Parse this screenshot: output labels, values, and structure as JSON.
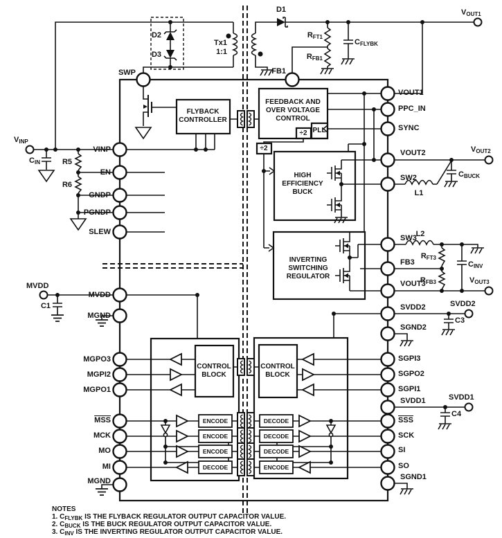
{
  "diagram": {
    "ic_pins_left": [
      "VINP",
      "EN",
      "GNDP",
      "PGNDP",
      "SLEW",
      "MVDD",
      "MGND",
      "MGPO3",
      "MGPI2",
      "MGPO1",
      "MSS",
      "MCK",
      "MO",
      "MI",
      "MGND"
    ],
    "ic_pins_top": [
      "SWP",
      "FB1"
    ],
    "ic_pins_right": [
      "VOUT1",
      "PPC_IN",
      "SYNC",
      "VOUT2",
      "SW2",
      "SW3",
      "FB3",
      "VOUT3",
      "SVDD2",
      "SGND2",
      "SGPI3",
      "SGPO2",
      "SGPI1",
      "SVDD1",
      "SSS",
      "SCK",
      "SI",
      "SO",
      "SGND1"
    ],
    "blocks": {
      "flyback": [
        "FLYBACK",
        "CONTROLLER"
      ],
      "feedback": [
        "FEEDBACK AND",
        "OVER VOLTAGE",
        "CONTROL"
      ],
      "div2": "÷2",
      "pll": "PLL",
      "buck": [
        "HIGH",
        "EFFICIENCY",
        "BUCK"
      ],
      "inverting": [
        "INVERTING",
        "SWITCHING",
        "REGULATOR"
      ],
      "control": [
        "CONTROL",
        "BLOCK"
      ],
      "encode": "ENCODE",
      "decode": "DECODE"
    },
    "external": {
      "vinp": {
        "t": "V",
        "s": "INP"
      },
      "cin": {
        "t": "C",
        "s": "IN"
      },
      "r5": "R5",
      "r6": "R6",
      "c1": "C1",
      "mvdd": "MVDD",
      "d1": "D1",
      "d2": "D2",
      "d3": "D3",
      "tx1": "Tx1",
      "ratio": "1:1",
      "rft1": {
        "t": "R",
        "s": "FT1"
      },
      "rfb1": {
        "t": "R",
        "s": "FB1"
      },
      "cflybk": {
        "t": "C",
        "s": "FLYBK"
      },
      "vout1": {
        "t": "V",
        "s": "OUT1"
      },
      "vout2": {
        "t": "V",
        "s": "OUT2"
      },
      "vout3": {
        "t": "V",
        "s": "OUT3"
      },
      "l1": "L1",
      "l2": "L2",
      "cbuck": {
        "t": "C",
        "s": "BUCK"
      },
      "cinv": {
        "t": "C",
        "s": "INV"
      },
      "rft3": {
        "t": "R",
        "s": "FT3"
      },
      "rfb3": {
        "t": "R",
        "s": "FB3"
      },
      "svdd2": "SVDD2",
      "c3": "C3",
      "svdd1": "SVDD1",
      "c4": "C4"
    },
    "notes": {
      "heading": "NOTES",
      "items": [
        {
          "n": "1. ",
          "t": "C",
          "s": "FLYBK",
          "rest": " IS THE FLYBACK REGULATOR OUTPUT CAPACITOR VALUE."
        },
        {
          "n": "2. ",
          "t": "C",
          "s": "BUCK",
          "rest": " IS THE BUCK REGULATOR OUTPUT CAPACITOR VALUE."
        },
        {
          "n": "3. ",
          "t": "C",
          "s": "INV",
          "rest": " IS THE INVERTING REGULATOR OUTPUT CAPACITOR VALUE."
        }
      ]
    }
  }
}
